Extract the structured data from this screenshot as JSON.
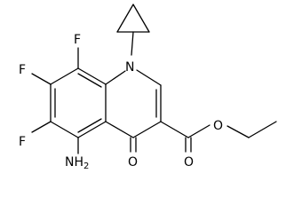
{
  "molecule": {
    "atom_labels": {
      "f8": "F",
      "f7": "F",
      "f6": "F",
      "n1": "N",
      "o4": "O",
      "o_carbonyl": "O",
      "o_ester": "O",
      "nh2_n": "NH",
      "nh2_sub": "2"
    }
  }
}
